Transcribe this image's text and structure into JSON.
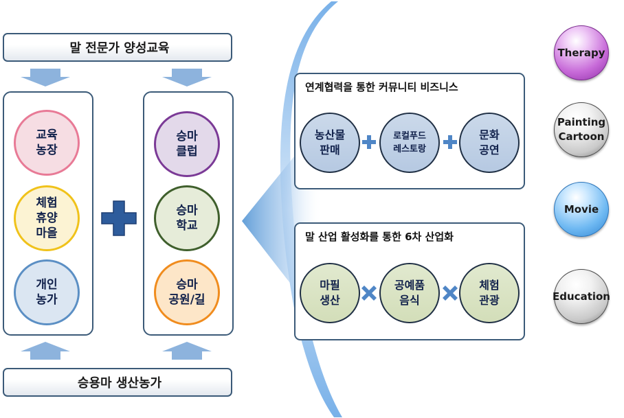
{
  "left": {
    "top_banner": "말 전문가 양성교육",
    "bottom_banner": "승용마 생산농가",
    "column_a": [
      {
        "label": "교육\n농장",
        "color": "#e87a96"
      },
      {
        "label": "체험\n휴양\n마을",
        "color": "#f0c21a"
      },
      {
        "label": "개인\n농가",
        "color": "#5b8fc4"
      }
    ],
    "column_b": [
      {
        "label": "승마\n클럽",
        "color": "#7b3a96"
      },
      {
        "label": "승마\n학교",
        "color": "#3f5f2c"
      },
      {
        "label": "승마\n공원/길",
        "color": "#f08c1e"
      }
    ],
    "plus_color": "#2e5c9c"
  },
  "community_panel": {
    "title": "연계협력을 통한 커뮤니티 비즈니스",
    "items": [
      "농산물\n판매",
      "로컬푸드\n레스토랑",
      "문화\n공연"
    ],
    "operator": "plus"
  },
  "industry_panel": {
    "title": "말 산업 활성화를 통한 6차 산업화",
    "items": [
      "마필\n생산",
      "공예품\n음식",
      "체험\n관광"
    ],
    "operator": "times"
  },
  "spheres": [
    {
      "label": "Therapy",
      "style": "violet"
    },
    {
      "label": "Painting\nCartoon",
      "style": "white"
    },
    {
      "label": "Movie",
      "style": "blue"
    },
    {
      "label": "Education",
      "style": "white"
    }
  ]
}
